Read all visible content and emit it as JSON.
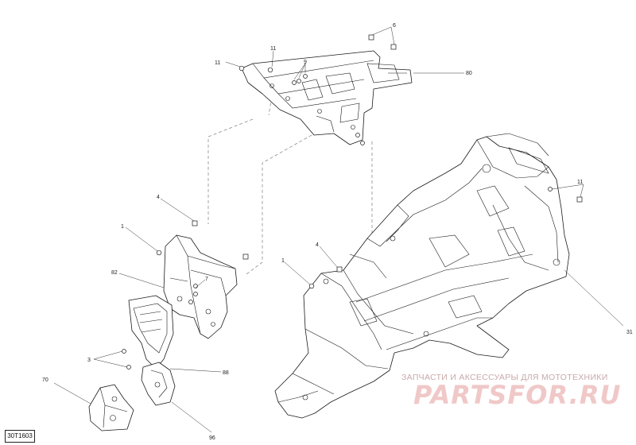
{
  "diagram": {
    "reference_code": "30T1603",
    "part_numbers": [
      "11",
      "11",
      "9",
      "6",
      "80",
      "4",
      "1",
      "82",
      "7",
      "3",
      "70",
      "88",
      "96",
      "1",
      "4",
      "11",
      "31"
    ],
    "watermark": {
      "caption": "ЗАПЧАСТИ И АКСЕССУАРЫ ДЛЯ МОТОТЕХНИКИ",
      "logo": "PARTSFOR.RU"
    },
    "colors": {
      "line": "#1a1a1a",
      "watermark_logo": "#f0c8c8",
      "watermark_caption": "#c9a9a9"
    }
  }
}
